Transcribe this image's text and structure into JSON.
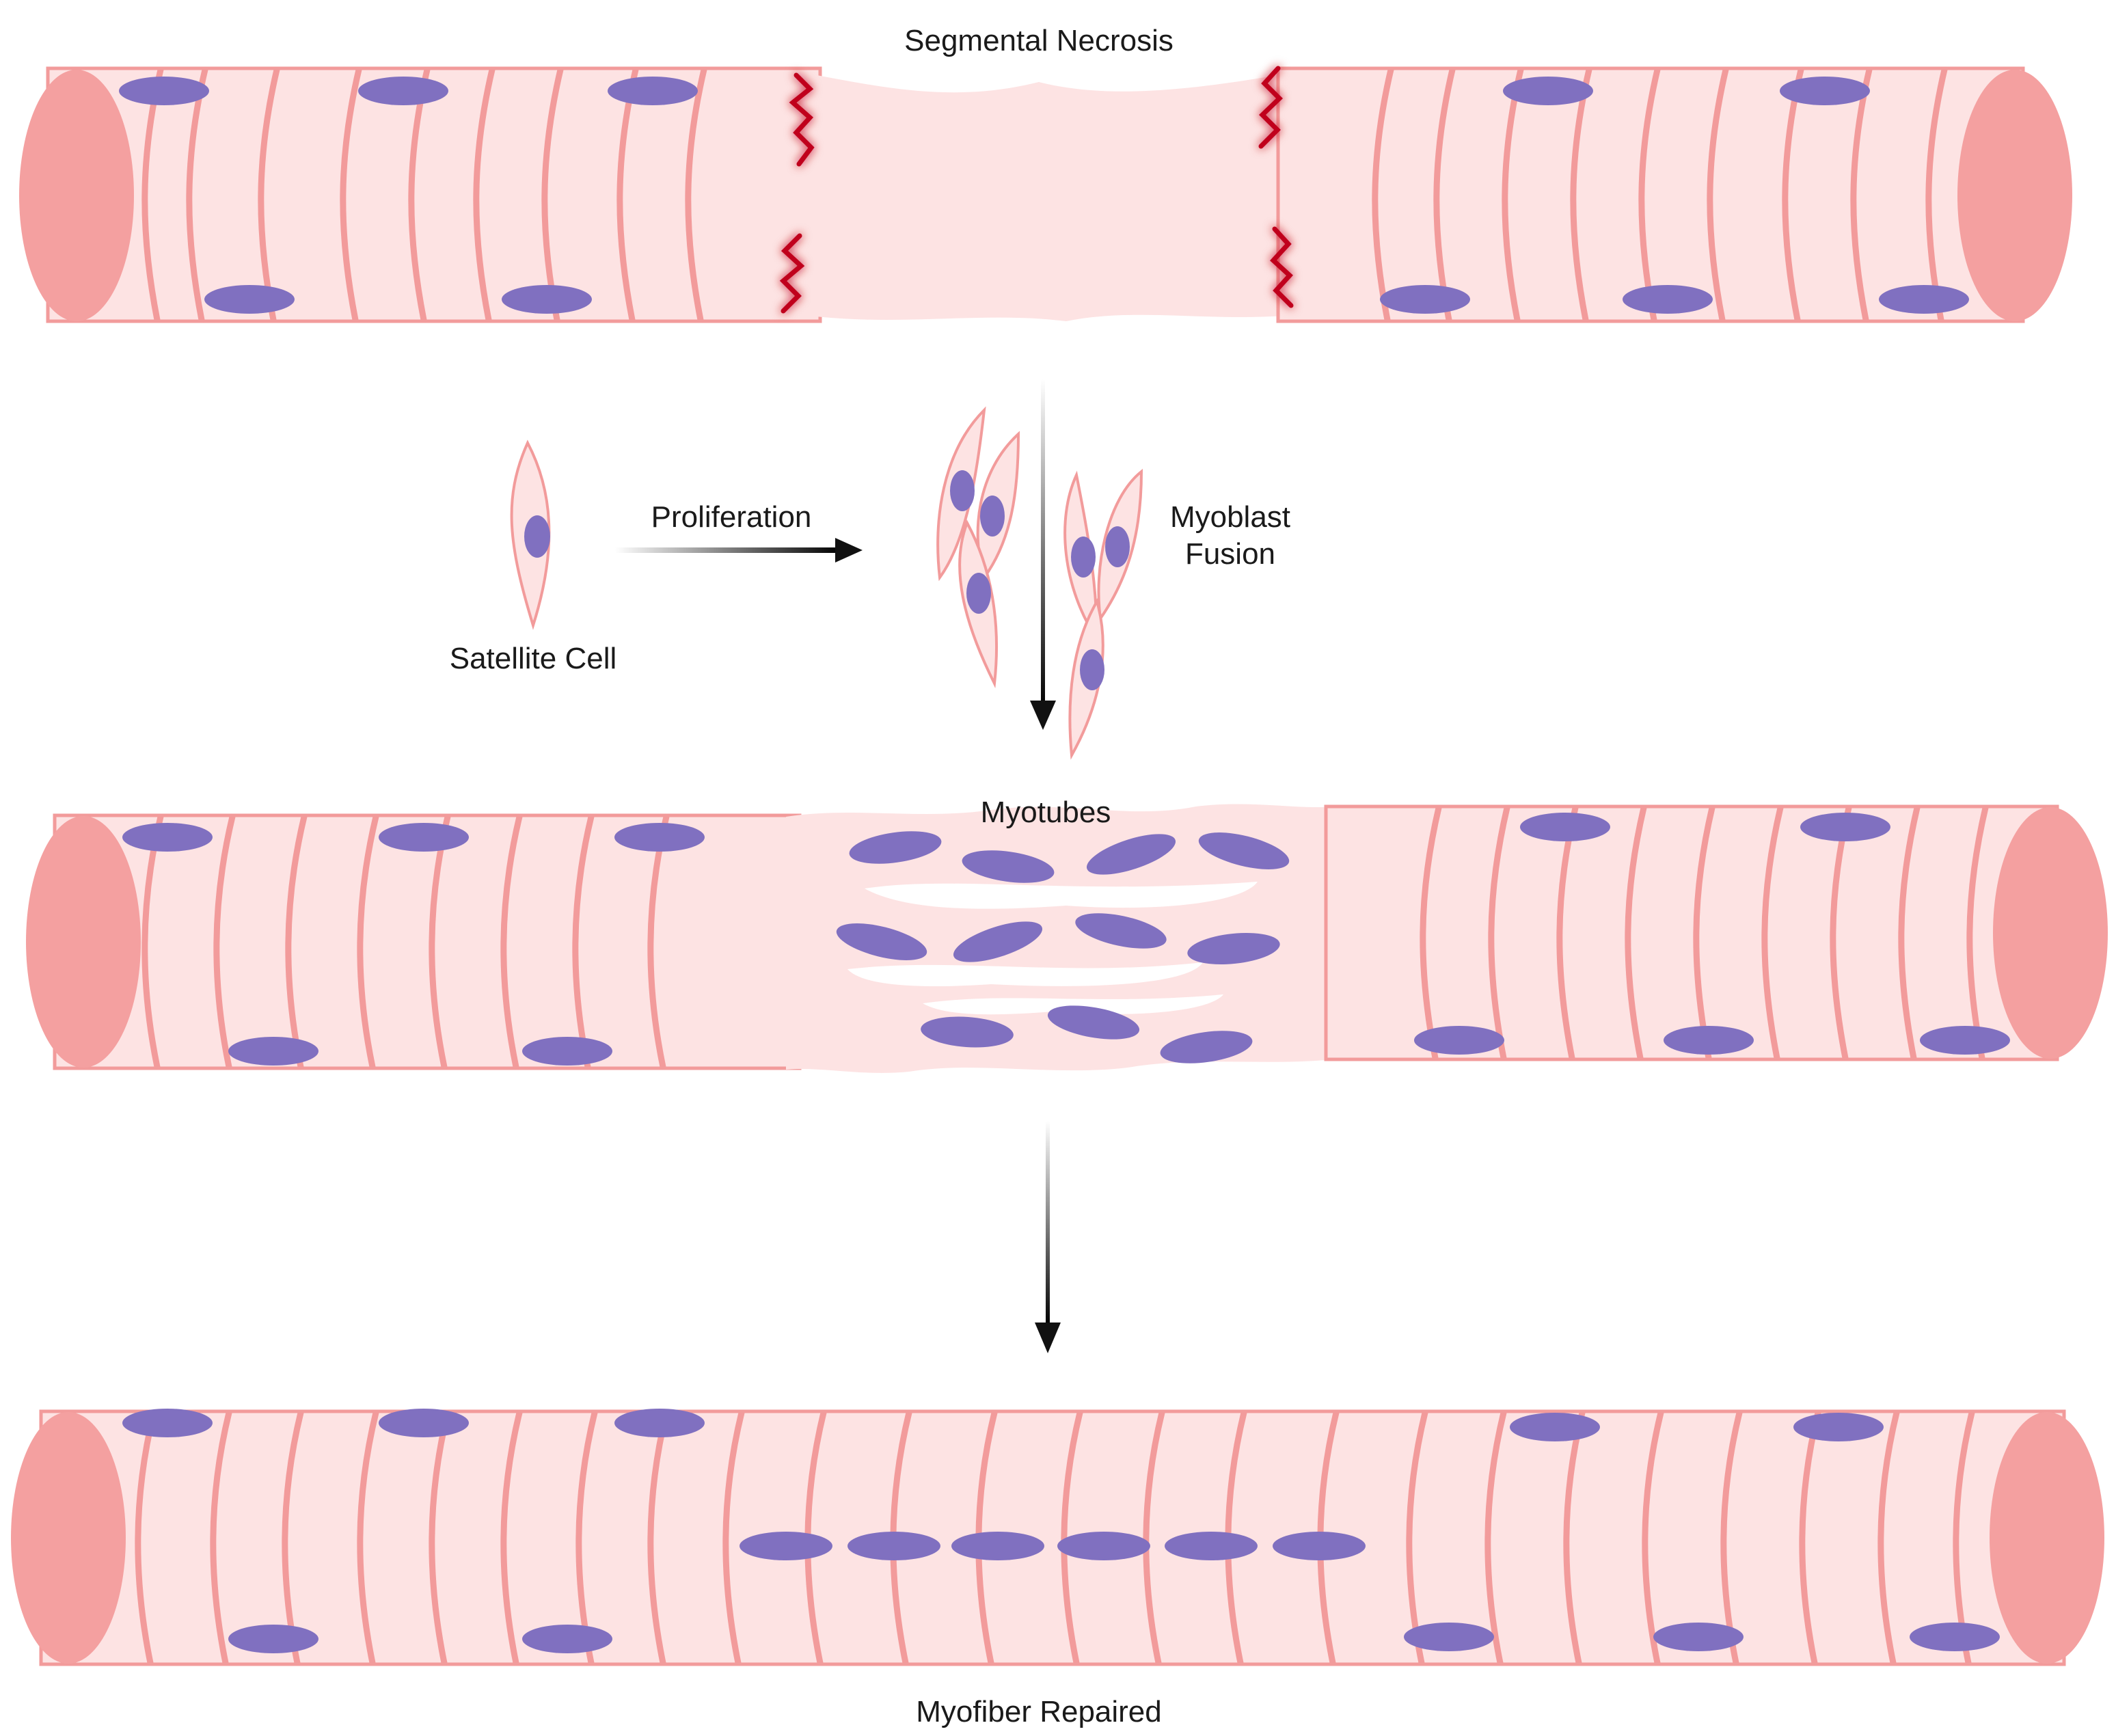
{
  "labels": {
    "segmental_necrosis": "Segmental Necrosis",
    "proliferation": "Proliferation",
    "satellite_cell": "Satellite Cell",
    "myoblast_fusion_line1": "Myoblast",
    "myoblast_fusion_line2": "Fusion",
    "myotubes": "Myotubes",
    "myofiber_repaired": "Myofiber Repaired"
  },
  "colors": {
    "fiber_fill": "#fde3e3",
    "fiber_stroke": "#f29b9b",
    "fiber_end": "#f4a0a0",
    "nucleus": "#8070c0",
    "damage": "#c0001a",
    "arrow": "#111111",
    "background": "#ffffff"
  },
  "stages": [
    {
      "name": "damaged-myofiber",
      "state": "necrotic segment in the middle"
    },
    {
      "name": "regenerating-myofiber",
      "state": "myotubes filling the gap"
    },
    {
      "name": "repaired-myofiber",
      "state": "central nuclei in a chain"
    }
  ]
}
